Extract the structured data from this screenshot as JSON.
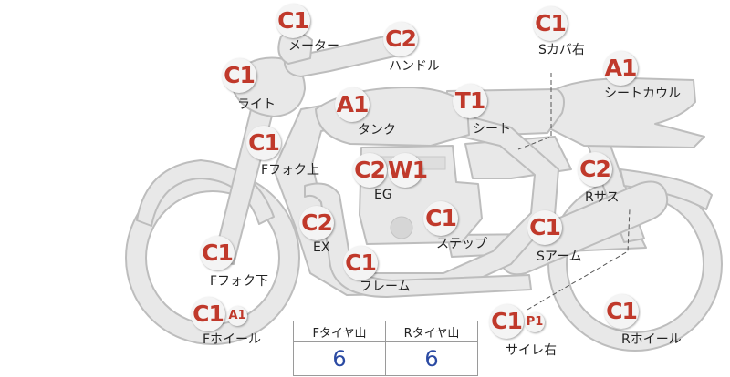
{
  "colors": {
    "grade_text": "#c0392b",
    "bike_fill": "#e8e8e8",
    "bike_stroke": "#bdbdbd",
    "tire_value": "#2b4aa3"
  },
  "parts": [
    {
      "id": "meter",
      "label": "メーター",
      "grades": [
        "C1"
      ]
    },
    {
      "id": "handle",
      "label": "ハンドル",
      "grades": [
        "C2"
      ]
    },
    {
      "id": "s-cover-right",
      "label": "Sカバ右",
      "grades": [
        "C1"
      ]
    },
    {
      "id": "seat-cowl",
      "label": "シートカウル",
      "grades": [
        "A1"
      ]
    },
    {
      "id": "light",
      "label": "ライト",
      "grades": [
        "C1"
      ]
    },
    {
      "id": "tank",
      "label": "タンク",
      "grades": [
        "A1"
      ]
    },
    {
      "id": "seat",
      "label": "シート",
      "grades": [
        "T1"
      ]
    },
    {
      "id": "f-fork-upper",
      "label": "Fフォク上",
      "grades": [
        "C1"
      ]
    },
    {
      "id": "eg",
      "label": "EG",
      "grades": [
        "C2",
        "W1"
      ]
    },
    {
      "id": "r-suspension",
      "label": "Rサス",
      "grades": [
        "C2"
      ]
    },
    {
      "id": "ex",
      "label": "EX",
      "grades": [
        "C2"
      ]
    },
    {
      "id": "step",
      "label": "ステップ",
      "grades": [
        "C1"
      ]
    },
    {
      "id": "s-arm",
      "label": "Sアーム",
      "grades": [
        "C1"
      ]
    },
    {
      "id": "f-fork-lower",
      "label": "Fフォク下",
      "grades": [
        "C1"
      ]
    },
    {
      "id": "frame",
      "label": "フレーム",
      "grades": [
        "C1"
      ]
    },
    {
      "id": "f-wheel",
      "label": "Fホイール",
      "grades": [
        "C1",
        "A1"
      ]
    },
    {
      "id": "muffler-right",
      "label": "サイレ右",
      "grades": [
        "C1",
        "P1"
      ]
    },
    {
      "id": "r-wheel",
      "label": "Rホイール",
      "grades": [
        "C1"
      ]
    }
  ],
  "tires": {
    "headers": [
      "Fタイヤ山",
      "Rタイヤ山"
    ],
    "values": [
      "6",
      "6"
    ]
  }
}
